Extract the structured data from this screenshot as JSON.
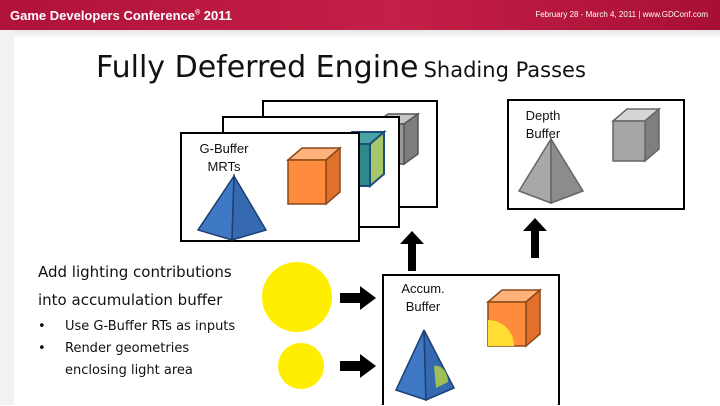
{
  "header": {
    "conference": "Game Developers Conference",
    "conference_mark": "®",
    "conference_year": "2011",
    "date_site": "February 28 - March 4, 2011 | www.GDConf.com"
  },
  "slide": {
    "title_main": "Fully Deferred Engine",
    "title_sub": "Shading Passes",
    "gbuffer_label_line1": "G-Buffer",
    "gbuffer_label_line2": "MRTs",
    "depth_label_line1": "Depth",
    "depth_label_line2": "Buffer",
    "accum_label_line1": "Accum.",
    "accum_label_line2": "Buffer",
    "description_line1": "Add lighting contributions",
    "description_line2": "into accumulation buffer",
    "bullets": [
      "Use G-Buffer RTs as inputs",
      "Render geometries",
      "enclosing light area"
    ],
    "bullet_char": "•"
  },
  "colors": {
    "header_bg": "#c41f48",
    "light": "#ffee00",
    "cube_orange": "#ff8c3c",
    "pyramid_blue": "#3f78c4",
    "gray": "#9a9a9a",
    "teal": "#2e8a8a",
    "green_light": "#9fbf55"
  }
}
